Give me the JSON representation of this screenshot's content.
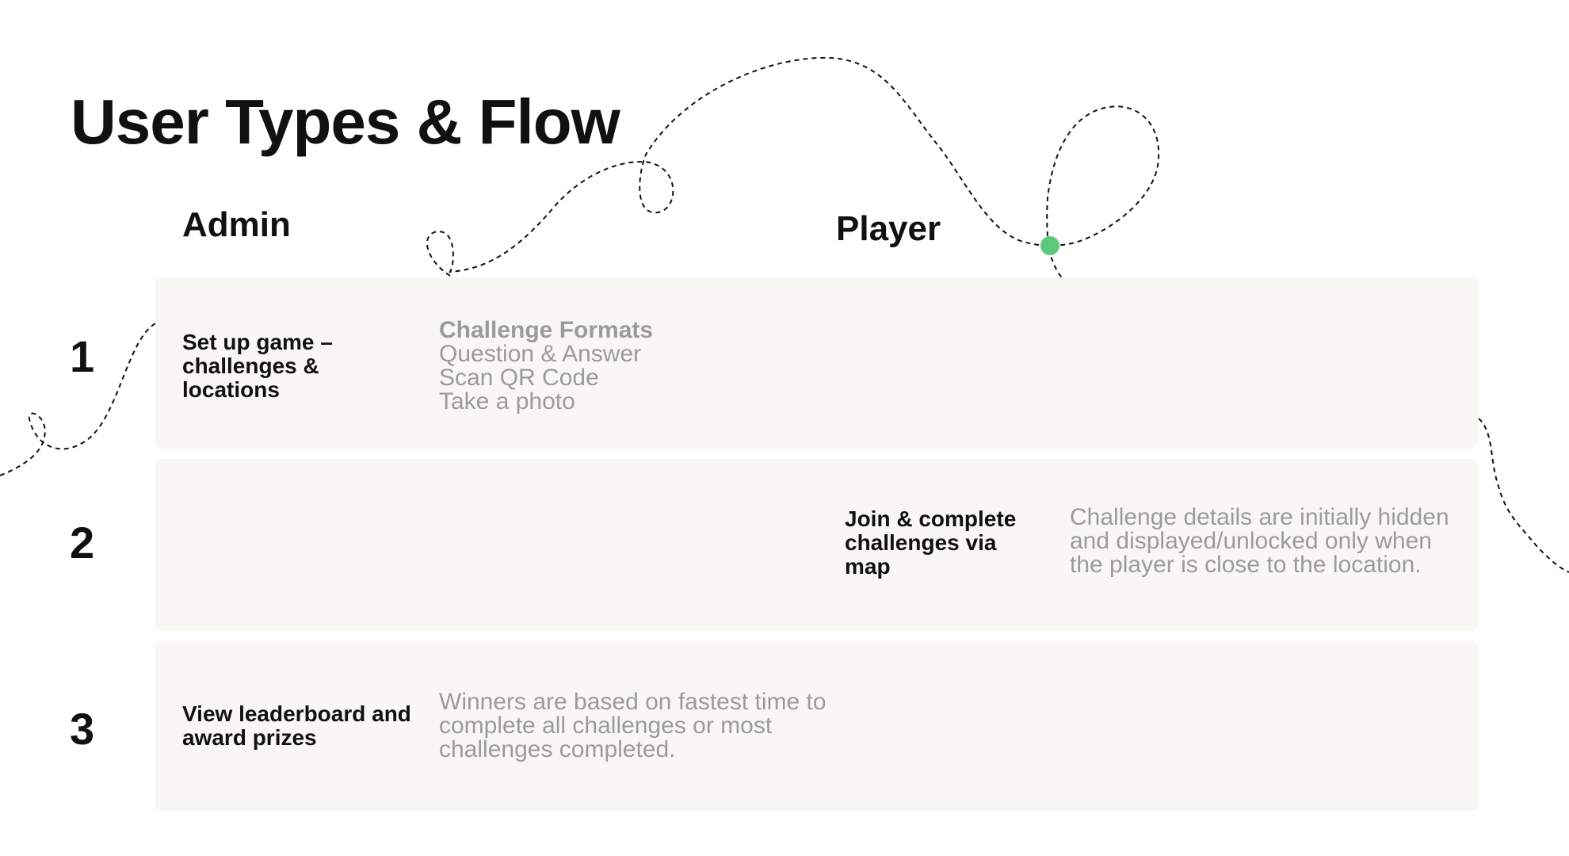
{
  "title": "User Types & Flow",
  "columns": {
    "admin": "Admin",
    "player": "Player"
  },
  "rows": [
    {
      "number": "1",
      "admin_step": "Set up game – challenges & locations",
      "admin_notes": {
        "heading": "Challenge Formats",
        "items": [
          "Question & Answer",
          "Scan QR Code",
          "Take a photo"
        ]
      }
    },
    {
      "number": "2",
      "player_step": "Join & complete challenges via map",
      "player_notes": "Challenge details are initially hidden and displayed/unlocked only when the player is close to the location."
    },
    {
      "number": "3",
      "admin_step": "View leaderboard and award prizes",
      "admin_notes": "Winners are based on fastest time to complete all challenges or most challenges completed."
    }
  ],
  "colors": {
    "band_background": "#f8f7f3",
    "text_primary": "#111111",
    "text_muted": "#9b9b9b",
    "marker_accent": "#5cc97a",
    "path_stroke": "#111111"
  }
}
